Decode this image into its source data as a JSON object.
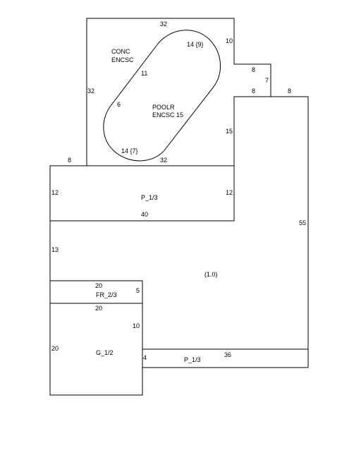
{
  "colors": {
    "line": "#000000",
    "background": "#ffffff"
  },
  "areas": {
    "conc": "CONC\nENCSC",
    "pool": "POOLR\nENCSC 15",
    "porch_top": "P_1/3",
    "main": "(1.0)",
    "frame": "FR_2/3",
    "garage": "G_1/2",
    "porch_bottom": "P_1/3"
  },
  "dims": {
    "conc_top": "32",
    "conc_right_upper": "10",
    "step_top": "8",
    "step_right": "7",
    "step_bottom": "8",
    "main_top_right": "8",
    "conc_left": "32",
    "conc_right_lower": "15",
    "conc_bottom": "32",
    "pool_top": "14 {9}",
    "pool_left_upper": "11",
    "pool_left_lower": "6",
    "pool_bottom": "14 {7}",
    "left_ext": "8",
    "porch_left": "12",
    "porch_right": "12",
    "porch_bottom": "40",
    "main_right": "55",
    "main_left": "13",
    "frame_top": "20",
    "frame_right": "5",
    "garage_top": "20",
    "garage_right": "10",
    "garage_left": "20",
    "porch2_left": "4",
    "porch2_top": "36"
  }
}
